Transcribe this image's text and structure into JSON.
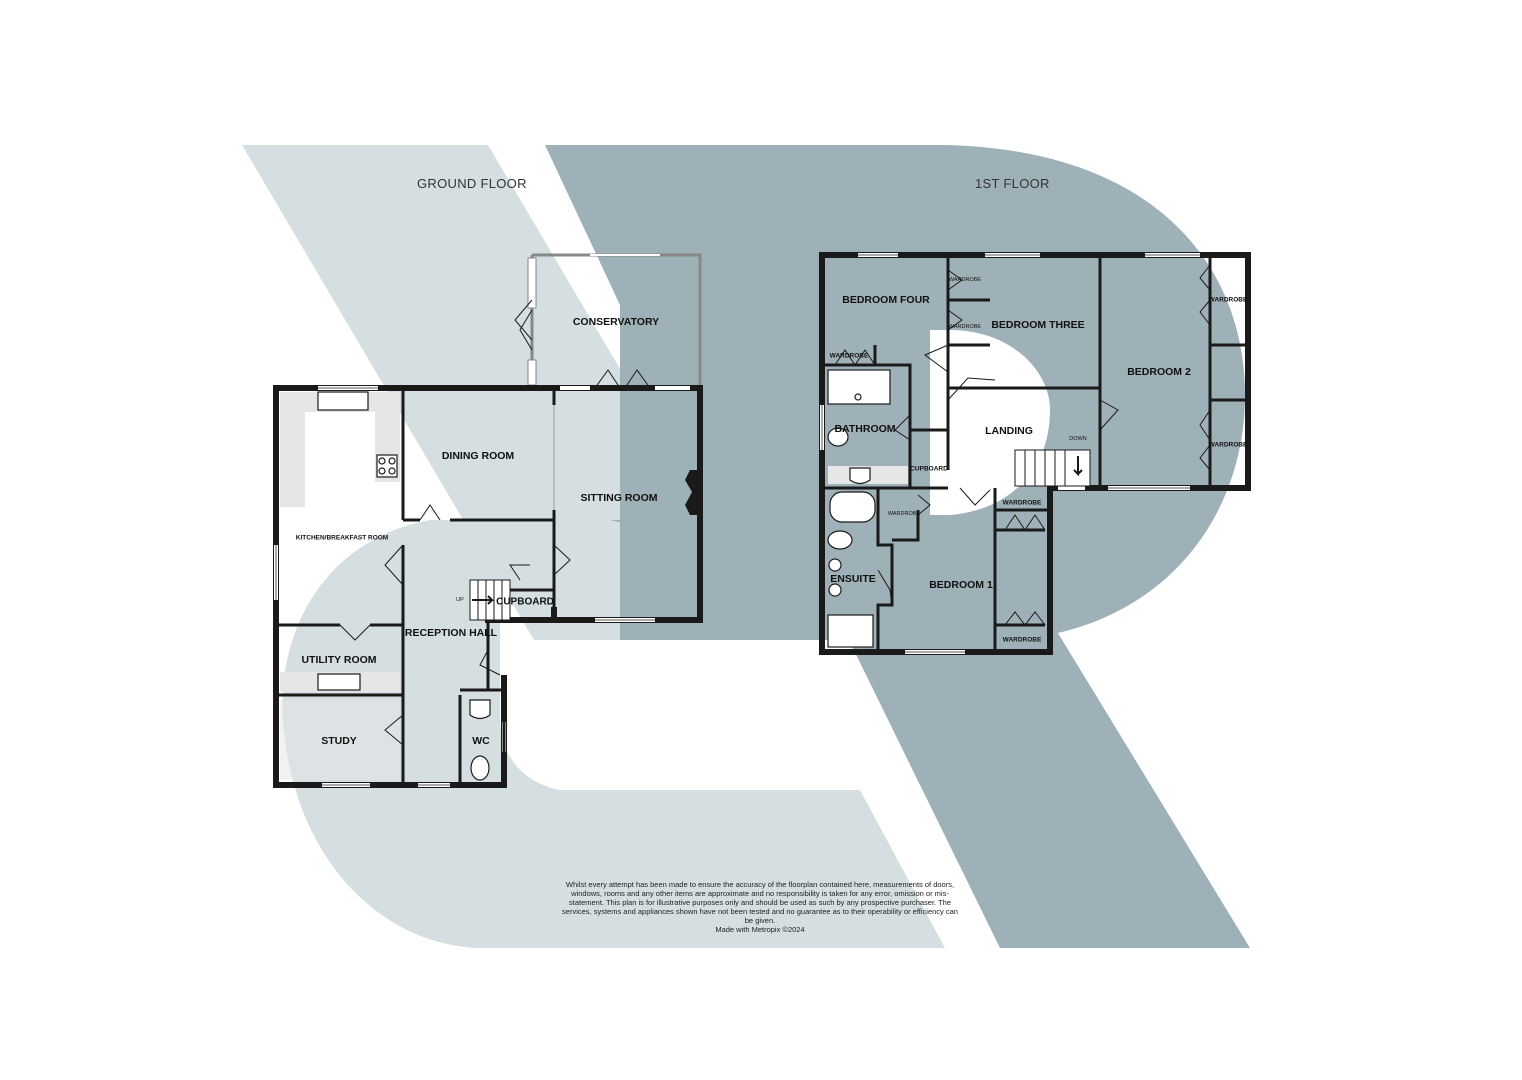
{
  "floors": {
    "ground": {
      "title": "GROUND FLOOR",
      "rooms": {
        "conservatory": "CONSERVATORY",
        "dining_room": "DINING ROOM",
        "sitting_room": "SITTING ROOM",
        "kitchen": "KITCHEN/BREAKFAST ROOM",
        "utility_room": "UTILITY ROOM",
        "reception_hall": "RECEPTION HALL",
        "cupboard": "CUPBOARD",
        "study": "STUDY",
        "wc": "WC"
      },
      "stair_label": "UP"
    },
    "first": {
      "title": "1ST FLOOR",
      "rooms": {
        "bedroom_four": "BEDROOM FOUR",
        "bedroom_three": "BEDROOM THREE",
        "bedroom_2": "BEDROOM 2",
        "bedroom_1": "BEDROOM 1",
        "bathroom": "BATHROOM",
        "landing": "LANDING",
        "ensuite": "ENSUITE",
        "cupboard": "CUPBOARD"
      },
      "wardrobe": "WARDROBE",
      "wardrobe_cut": "WARDROBE",
      "stair_label": "DOWN"
    }
  },
  "disclaimer": "Whilst every attempt has been made to ensure the accuracy of the floorplan contained here, measurements of doors, windows, rooms and any other items are approximate and no responsibility is taken for any error, omission or mis-statement. This plan is for illustrative purposes only and should be used as such by any prospective purchaser. The services, systems and appliances shown have not been tested and no guarantee as to their operability or efficiency can be given.",
  "credit": "Made with Metropix ©2024",
  "colors": {
    "watermark_light": "#d5dfe2",
    "watermark_dark": "#9fb1b8",
    "wall": "#1a1a1a"
  }
}
